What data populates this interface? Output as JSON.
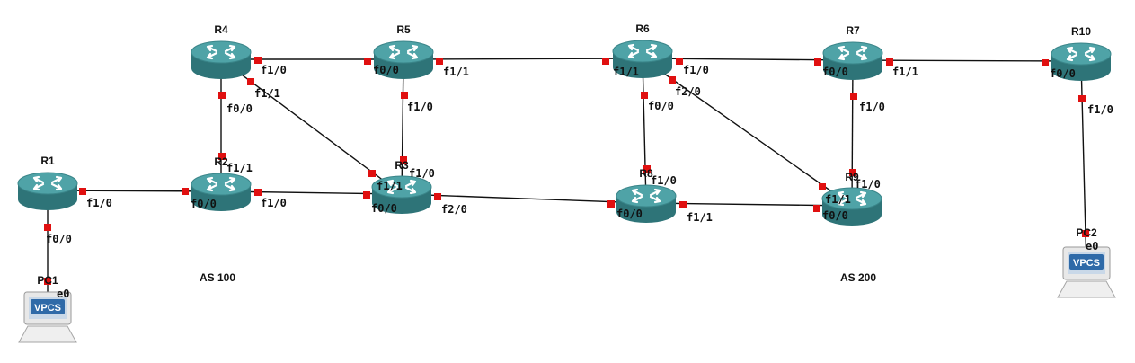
{
  "colors": {
    "router_top": "#4fa3a7",
    "router_side": "#2e7478",
    "port": "#e01010",
    "link": "#111111",
    "vpcs_screen": "#2f6aa8"
  },
  "nodes": [
    {
      "id": "R1",
      "label": "R1",
      "type": "router"
    },
    {
      "id": "R2",
      "label": "R2",
      "type": "router"
    },
    {
      "id": "R3",
      "label": "R3",
      "type": "router"
    },
    {
      "id": "R4",
      "label": "R4",
      "type": "router"
    },
    {
      "id": "R5",
      "label": "R5",
      "type": "router"
    },
    {
      "id": "R6",
      "label": "R6",
      "type": "router"
    },
    {
      "id": "R7",
      "label": "R7",
      "type": "router"
    },
    {
      "id": "R8",
      "label": "R8",
      "type": "router"
    },
    {
      "id": "R9",
      "label": "R9",
      "type": "router"
    },
    {
      "id": "R10",
      "label": "R10",
      "type": "router"
    },
    {
      "id": "PC1",
      "label": "PC1",
      "type": "vpcs",
      "screen_text": "VPCS"
    },
    {
      "id": "PC2",
      "label": "PC2",
      "type": "vpcs",
      "screen_text": "VPCS"
    }
  ],
  "links": [
    {
      "a": "R1",
      "a_if": "f1/0",
      "b": "R2",
      "b_if": "f0/0"
    },
    {
      "a": "R1",
      "a_if": "f0/0",
      "b": "PC1",
      "b_if": "e0"
    },
    {
      "a": "R2",
      "a_if": "f1/0",
      "b": "R3",
      "b_if": "f0/0"
    },
    {
      "a": "R4",
      "a_if": "f0/0",
      "b": "R2",
      "b_if": "f1/1"
    },
    {
      "a": "R4",
      "a_if": "f1/0",
      "b": "R5",
      "b_if": "f0/0"
    },
    {
      "a": "R4",
      "a_if": "f1/1",
      "b": "R3",
      "b_if": "f1/1"
    },
    {
      "a": "R5",
      "a_if": "f1/0",
      "b": "R3",
      "b_if": "f1/0"
    },
    {
      "a": "R5",
      "a_if": "f1/1",
      "b": "R6",
      "b_if": "f1/1"
    },
    {
      "a": "R3",
      "a_if": "f2/0",
      "b": "R8",
      "b_if": "f0/0"
    },
    {
      "a": "R6",
      "a_if": "f0/0",
      "b": "R8",
      "b_if": "f1/0"
    },
    {
      "a": "R6",
      "a_if": "f1/0",
      "b": "R7",
      "b_if": "f0/0"
    },
    {
      "a": "R6",
      "a_if": "f2/0",
      "b": "R9",
      "b_if": "f1/1"
    },
    {
      "a": "R8",
      "a_if": "f1/1",
      "b": "R9",
      "b_if": "f0/0"
    },
    {
      "a": "R7",
      "a_if": "f1/0",
      "b": "R9",
      "b_if": "f1/0"
    },
    {
      "a": "R7",
      "a_if": "f1/1",
      "b": "R10",
      "b_if": "f0/0"
    },
    {
      "a": "R10",
      "a_if": "f1/0",
      "b": "PC2",
      "b_if": "e0"
    }
  ],
  "areas": [
    {
      "id": "as100",
      "label": "AS 100"
    },
    {
      "id": "as200",
      "label": "AS 200"
    }
  ]
}
